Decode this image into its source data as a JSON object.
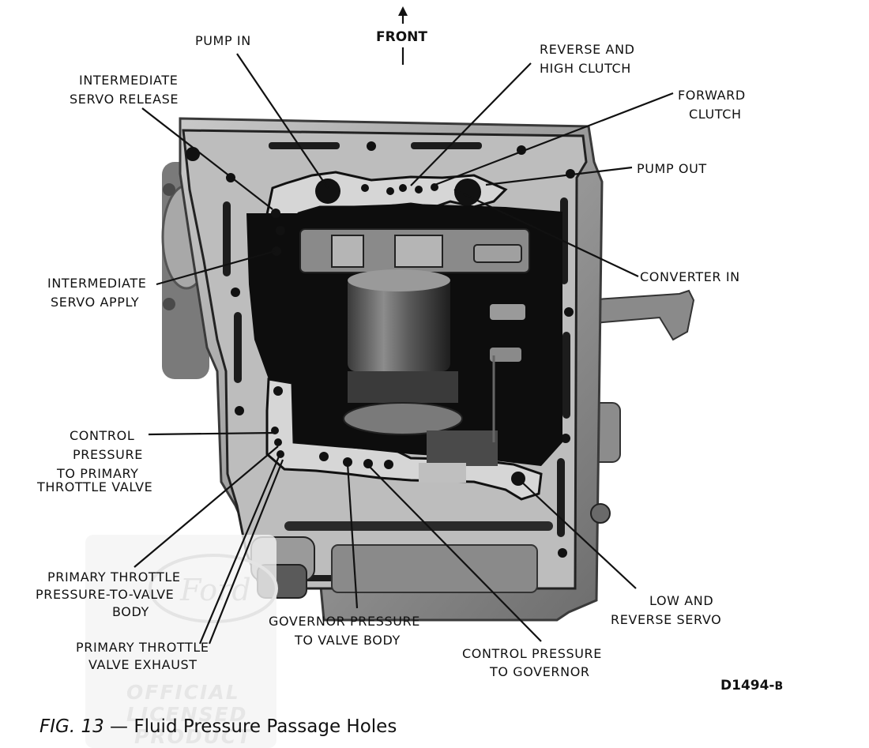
{
  "labels": {
    "pump_in": "PUMP IN",
    "front": "FRONT",
    "reverse_high_clutch": [
      "REVERSE AND",
      "HIGH CLUTCH"
    ],
    "intermediate_servo_release": [
      "INTERMEDIATE",
      "SERVO RELEASE"
    ],
    "forward_clutch": [
      "FORWARD",
      "CLUTCH"
    ],
    "pump_out": "PUMP OUT",
    "converter_in": "CONVERTER IN",
    "intermediate_servo_apply": [
      "INTERMEDIATE",
      "SERVO APPLY"
    ],
    "control_pressure_primary_throttle": [
      "CONTROL",
      "PRESSURE",
      "TO PRIMARY",
      "THROTTLE VALVE"
    ],
    "primary_throttle_pressure_to_valve_body": [
      "PRIMARY THROTTLE",
      "PRESSURE-TO-VALVE",
      "BODY"
    ],
    "primary_throttle_valve_exhaust": [
      "PRIMARY THROTTLE",
      "VALVE EXHAUST"
    ],
    "governor_pressure_to_valve_body": [
      "GOVERNOR PRESSURE",
      "TO VALVE BODY"
    ],
    "control_pressure_to_governor": [
      "CONTROL PRESSURE",
      "TO GOVERNOR"
    ],
    "low_reverse_servo": [
      "LOW AND",
      "REVERSE SERVO"
    ]
  },
  "figure_code": {
    "main": "D1494-",
    "suffix": "B"
  },
  "caption": {
    "fig": "FIG. 13",
    "dash": " — ",
    "title": "Fluid Pressure Passage Holes"
  },
  "watermark": {
    "lines": [
      "OFFICIAL",
      "LICENSED",
      "PRODUCT"
    ],
    "logo_text": "Ford"
  }
}
